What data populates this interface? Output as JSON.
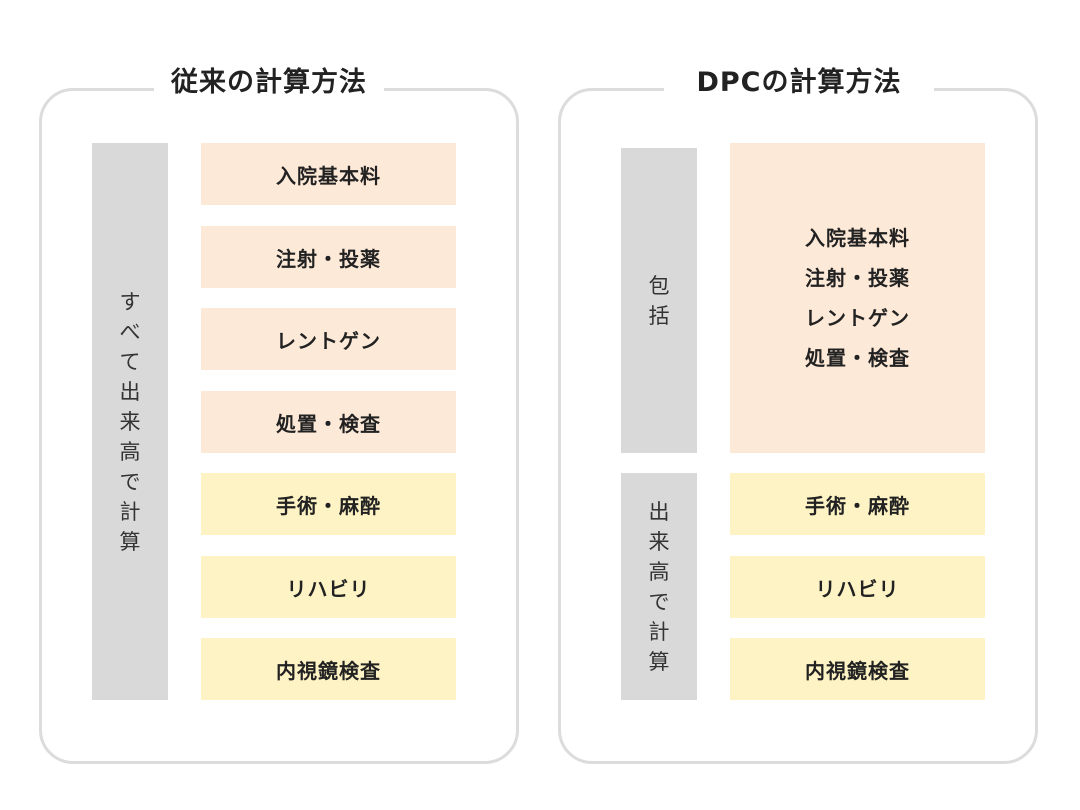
{
  "left": {
    "title": "従来の計算方法",
    "side_label": [
      "す",
      "べ",
      "て",
      "出",
      "来",
      "高",
      "で",
      "計",
      "算"
    ],
    "items": [
      {
        "label": "入院基本料",
        "color": "#fde9d7"
      },
      {
        "label": "注射・投薬",
        "color": "#fde9d7"
      },
      {
        "label": "レントゲン",
        "color": "#fde9d7"
      },
      {
        "label": "処置・検査",
        "color": "#fde9d7"
      },
      {
        "label": "手術・麻酔",
        "color": "#fdf3c4"
      },
      {
        "label": "リハビリ",
        "color": "#fdf3c4"
      },
      {
        "label": "内視鏡検査",
        "color": "#fdf3c4"
      }
    ]
  },
  "right": {
    "title": "DPCの計算方法",
    "bundled_label": [
      "包",
      "括"
    ],
    "bundled_items": [
      "入院基本料",
      "注射・投薬",
      "レントゲン",
      "処置・検査"
    ],
    "fee_label": [
      "出",
      "来",
      "高",
      "で",
      "計",
      "算"
    ],
    "fee_items": [
      "手術・麻酔",
      "リハビリ",
      "内視鏡検査"
    ]
  },
  "colors": {
    "peach": "#fde9d7",
    "yellow": "#fdf3c4",
    "grey": "#d9d9d9",
    "border": "#dcdcdc"
  }
}
